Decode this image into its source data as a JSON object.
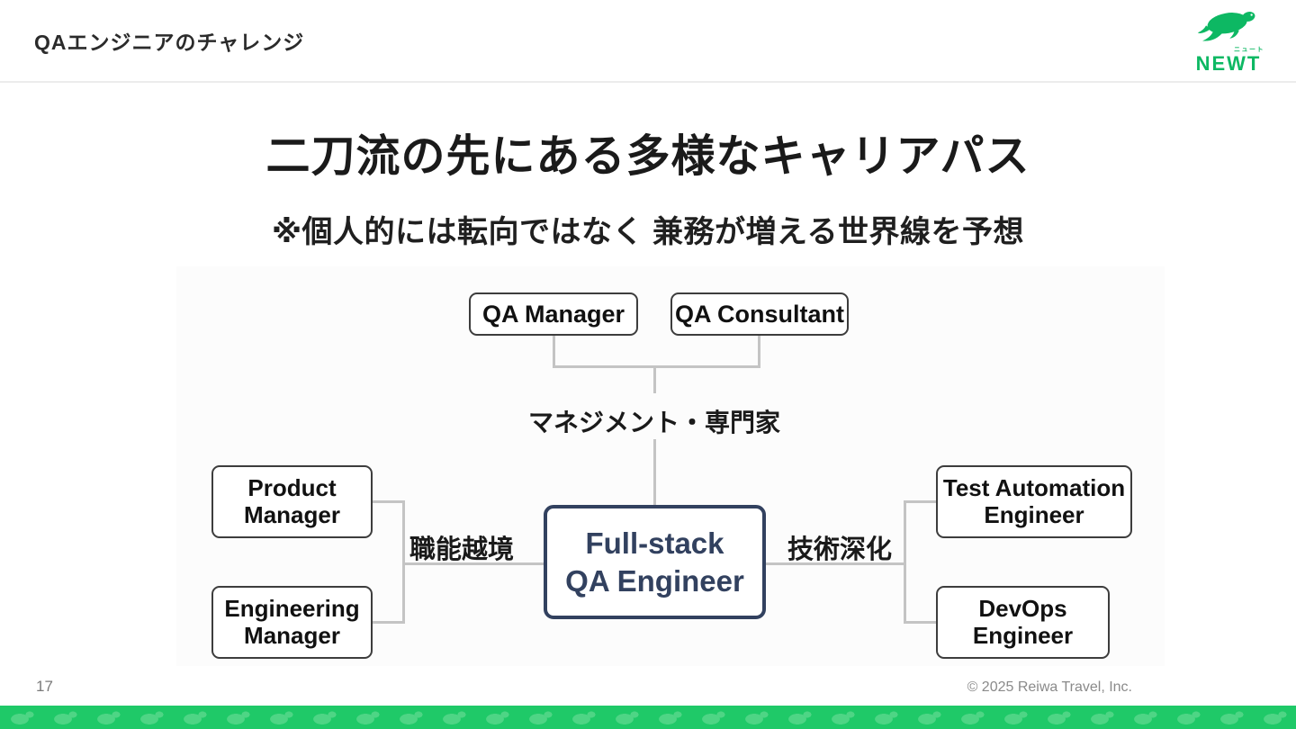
{
  "header": {
    "title": "QAエンジニアのチャレンジ"
  },
  "logo": {
    "name": "NEWT",
    "ruby": "ニュート",
    "icon": "turtle-icon"
  },
  "slide": {
    "title": "二刀流の先にある多様なキャリアパス",
    "subtitle": "※個人的には転向ではなく 兼務が増える世界線を予想"
  },
  "diagram": {
    "top_nodes": [
      {
        "label": "QA Manager"
      },
      {
        "label": "QA Consultant"
      }
    ],
    "top_branch_label": "マネジメント・専門家",
    "left_branch_label": "職能越境",
    "right_branch_label": "技術深化",
    "left_nodes": [
      {
        "line1": "Product",
        "line2": "Manager"
      },
      {
        "line1": "Engineering",
        "line2": "Manager"
      }
    ],
    "right_nodes": [
      {
        "line1": "Test Automation",
        "line2": "Engineer"
      },
      {
        "line1": "DevOps",
        "line2": "Engineer"
      }
    ],
    "center_node": {
      "line1": "Full-stack",
      "line2": "QA Engineer"
    }
  },
  "footer": {
    "page_number": "17",
    "copyright": "© 2025 Reiwa Travel, Inc."
  },
  "colors": {
    "brand_green": "#0db863",
    "band_green": "#1fc968",
    "band_pattern_green": "#4ed585",
    "center_navy": "#32415f",
    "connector_gray": "#c4c4c4"
  },
  "icons": {
    "logo": "turtle-icon",
    "band_pattern": "turtle-pattern"
  }
}
